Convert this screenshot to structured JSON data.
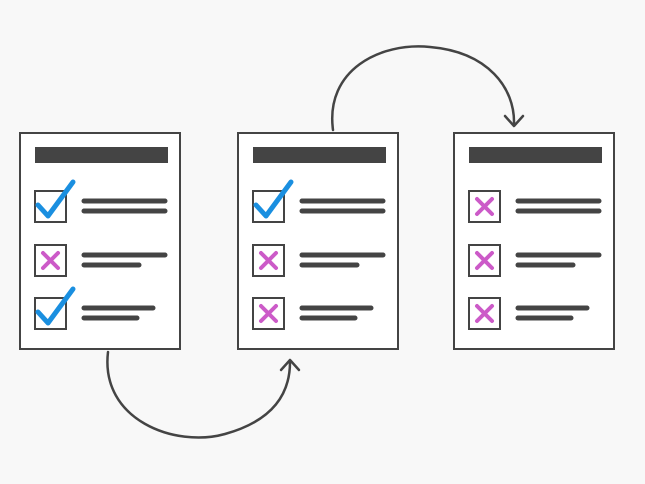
{
  "colors": {
    "background": "#f8f8f8",
    "card_fill": "#ffffff",
    "stroke": "#444444",
    "check": "#1a8fe0",
    "cross": "#cc5ac8"
  },
  "cards": [
    {
      "name": "card-1",
      "items": [
        "check",
        "cross",
        "check"
      ]
    },
    {
      "name": "card-2",
      "items": [
        "check",
        "cross",
        "cross"
      ]
    },
    {
      "name": "card-3",
      "items": [
        "cross",
        "cross",
        "cross"
      ]
    }
  ],
  "connectors": [
    {
      "name": "arrow-card-1-to-card-2",
      "from": "card-1",
      "to": "card-2",
      "route": "below"
    },
    {
      "name": "arrow-card-2-to-card-3",
      "from": "card-2",
      "to": "card-3",
      "route": "above"
    }
  ]
}
